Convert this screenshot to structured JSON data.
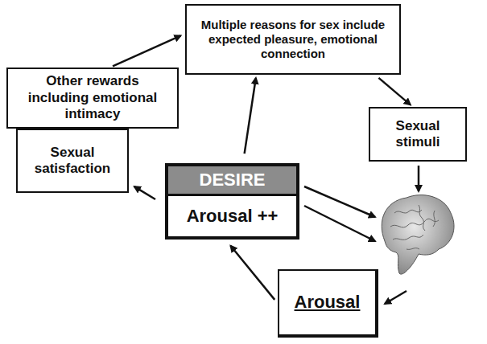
{
  "diagram": {
    "nodes": [
      {
        "text": [
          "Other rewards including emotional intimacy"
        ]
      },
      {
        "text": [
          "Multiple reasons for sex include expected pleasure, emotional connection"
        ]
      },
      {
        "text": [
          "Sexual stimuli"
        ]
      },
      {
        "text": [
          "Sexual satisfaction"
        ]
      },
      {
        "text": [
          "DESIRE",
          "Arousal ++"
        ]
      },
      {
        "text": [
          "Arousal"
        ]
      }
    ],
    "edges": [
      {
        "from": 0,
        "to": 1,
        "arrow": "to"
      },
      {
        "from": 4,
        "to": 1,
        "arrow": "to"
      },
      {
        "from": 1,
        "to": 2,
        "arrow": "to"
      },
      {
        "from": 4,
        "to": 3,
        "arrow": "to"
      },
      {
        "from": 5,
        "to": 4,
        "arrow": "to"
      }
    ]
  }
}
